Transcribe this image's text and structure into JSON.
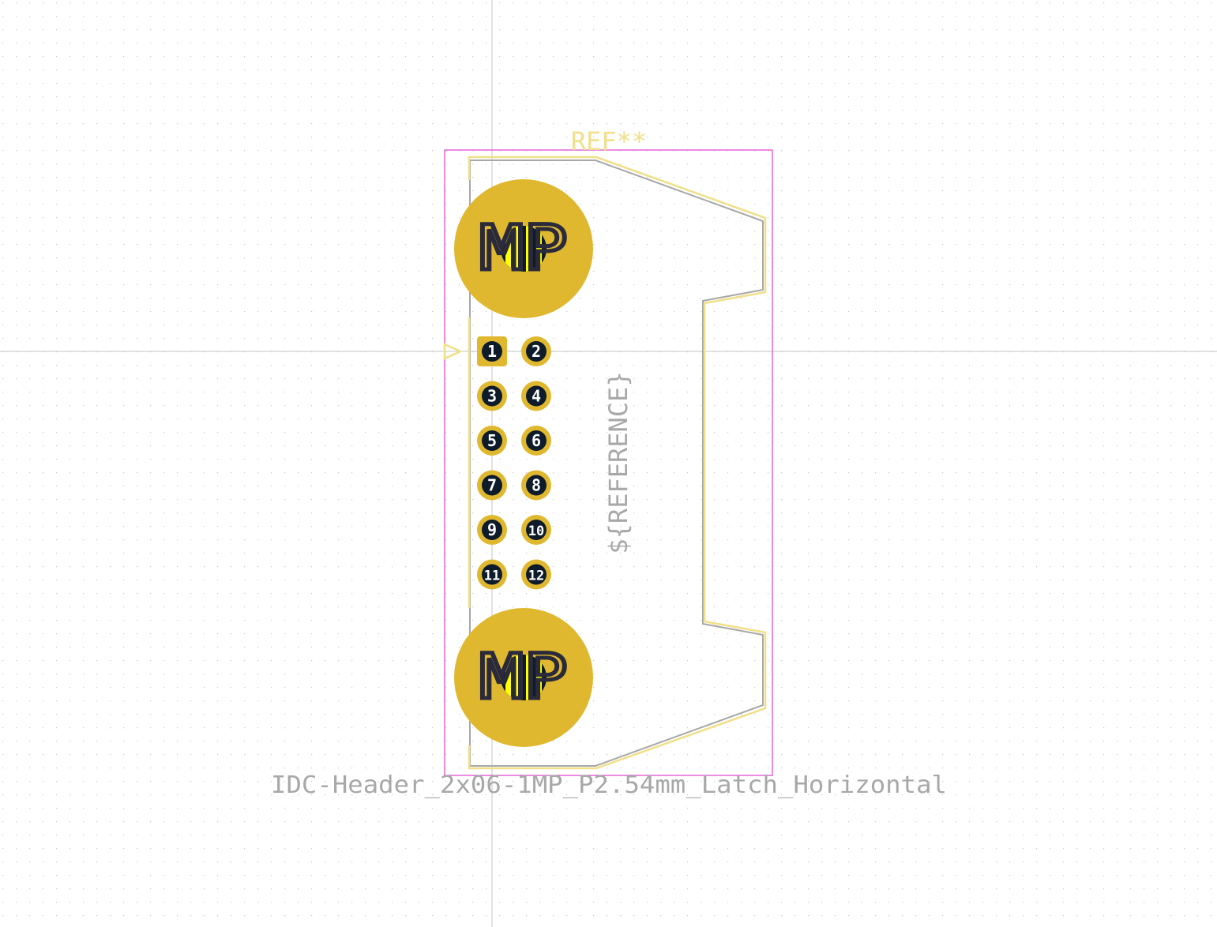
{
  "footprint": {
    "reference": "REF**",
    "reference_field": "${REFERENCE}",
    "value": "IDC-Header_2x06-1MP_P2.54mm_Latch_Horizontal",
    "pads": [
      {
        "number": "1",
        "shape": "rect"
      },
      {
        "number": "2",
        "shape": "circle"
      },
      {
        "number": "3",
        "shape": "circle"
      },
      {
        "number": "4",
        "shape": "circle"
      },
      {
        "number": "5",
        "shape": "circle"
      },
      {
        "number": "6",
        "shape": "circle"
      },
      {
        "number": "7",
        "shape": "circle"
      },
      {
        "number": "8",
        "shape": "circle"
      },
      {
        "number": "9",
        "shape": "circle"
      },
      {
        "number": "10",
        "shape": "circle"
      },
      {
        "number": "11",
        "shape": "circle"
      },
      {
        "number": "12",
        "shape": "circle"
      }
    ],
    "mounting_pads": [
      {
        "label": "MP"
      },
      {
        "label": "MP"
      }
    ]
  },
  "colors": {
    "background": "#ffffff",
    "grid_dot": "#c8c8c8",
    "crosshair": "#c4c4c4",
    "courtyard": "#e040d0",
    "silkscreen": "#f0e08a",
    "fab": "#a8a8a8",
    "pad": "#e0b830",
    "drill": "#0d1b2a",
    "pad_text": "#ffffff",
    "mp_text": "#2a2a3a",
    "mp_drill_stripe": "#ffff00",
    "ref_text": "#f0e08a",
    "value_text": "#a8a8a8"
  }
}
